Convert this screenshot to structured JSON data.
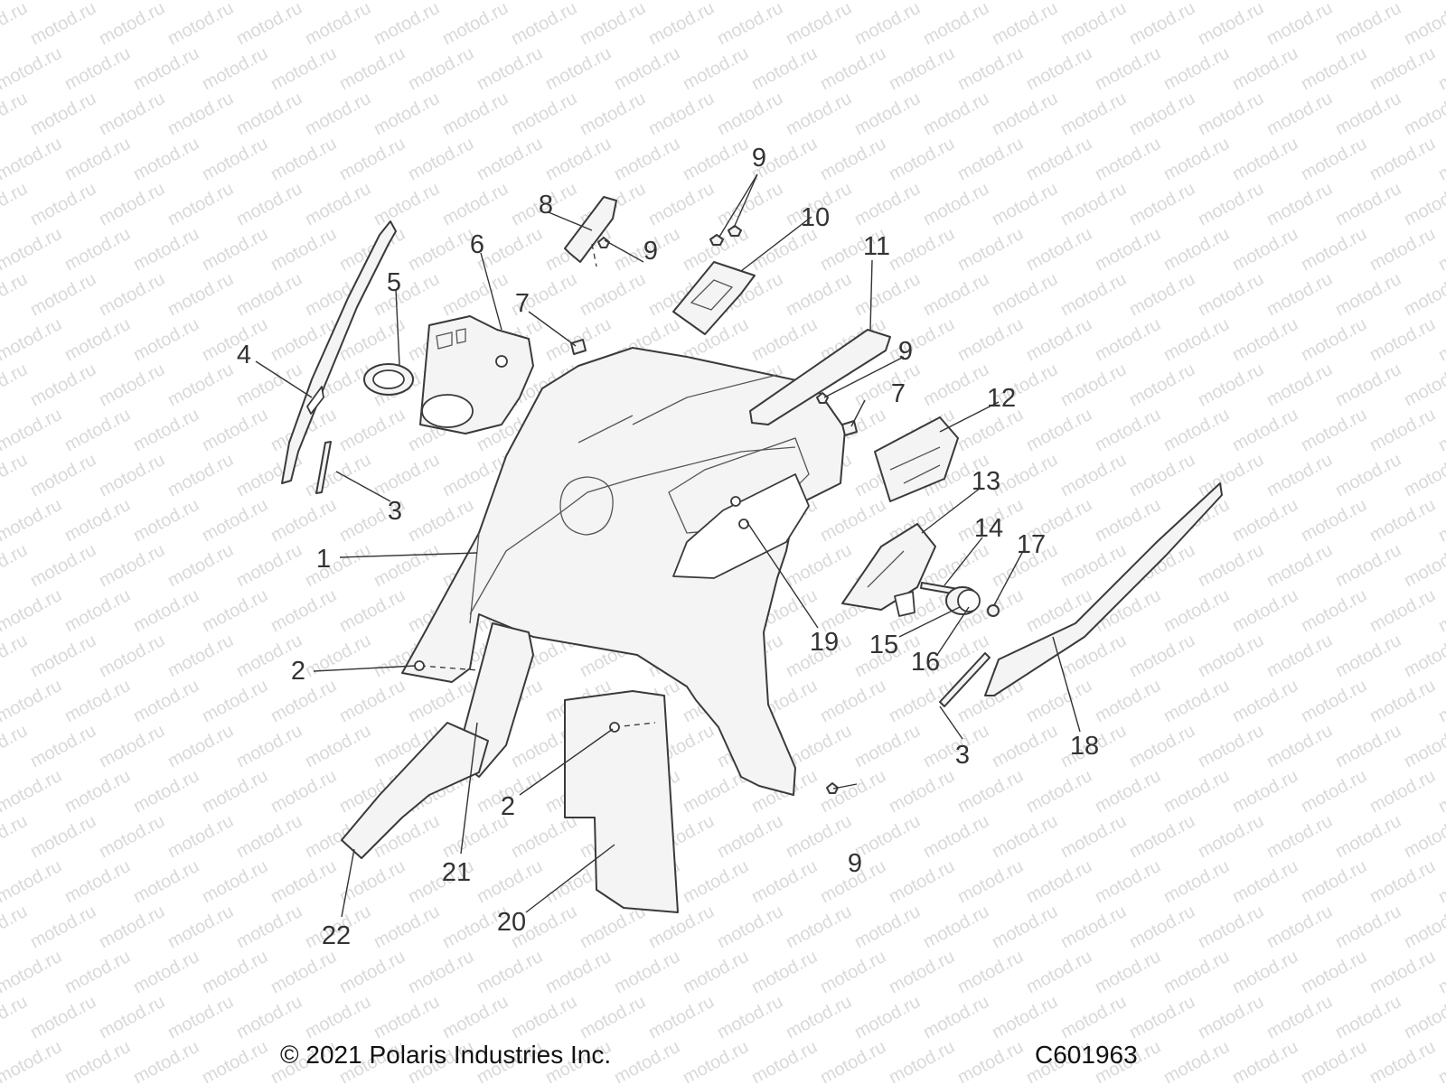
{
  "callouts": [
    {
      "id": "c1",
      "label": "1"
    },
    {
      "id": "c2a",
      "label": "2"
    },
    {
      "id": "c2b",
      "label": "2"
    },
    {
      "id": "c3a",
      "label": "3"
    },
    {
      "id": "c3b",
      "label": "3"
    },
    {
      "id": "c4",
      "label": "4"
    },
    {
      "id": "c5",
      "label": "5"
    },
    {
      "id": "c6",
      "label": "6"
    },
    {
      "id": "c7a",
      "label": "7"
    },
    {
      "id": "c7b",
      "label": "7"
    },
    {
      "id": "c8",
      "label": "8"
    },
    {
      "id": "c9a",
      "label": "9"
    },
    {
      "id": "c9b",
      "label": "9"
    },
    {
      "id": "c9c",
      "label": "9"
    },
    {
      "id": "c9d",
      "label": "9"
    },
    {
      "id": "c10",
      "label": "10"
    },
    {
      "id": "c11",
      "label": "11"
    },
    {
      "id": "c12",
      "label": "12"
    },
    {
      "id": "c13",
      "label": "13"
    },
    {
      "id": "c14",
      "label": "14"
    },
    {
      "id": "c15",
      "label": "15"
    },
    {
      "id": "c16",
      "label": "16"
    },
    {
      "id": "c17",
      "label": "17"
    },
    {
      "id": "c18",
      "label": "18"
    },
    {
      "id": "c19",
      "label": "19"
    },
    {
      "id": "c20",
      "label": "20"
    },
    {
      "id": "c21",
      "label": "21"
    },
    {
      "id": "c22",
      "label": "22"
    }
  ],
  "watermark": "motod.ru",
  "footer": {
    "copyright": "© 2021 Polaris Industries Inc.",
    "diagram_code": "C601963"
  }
}
